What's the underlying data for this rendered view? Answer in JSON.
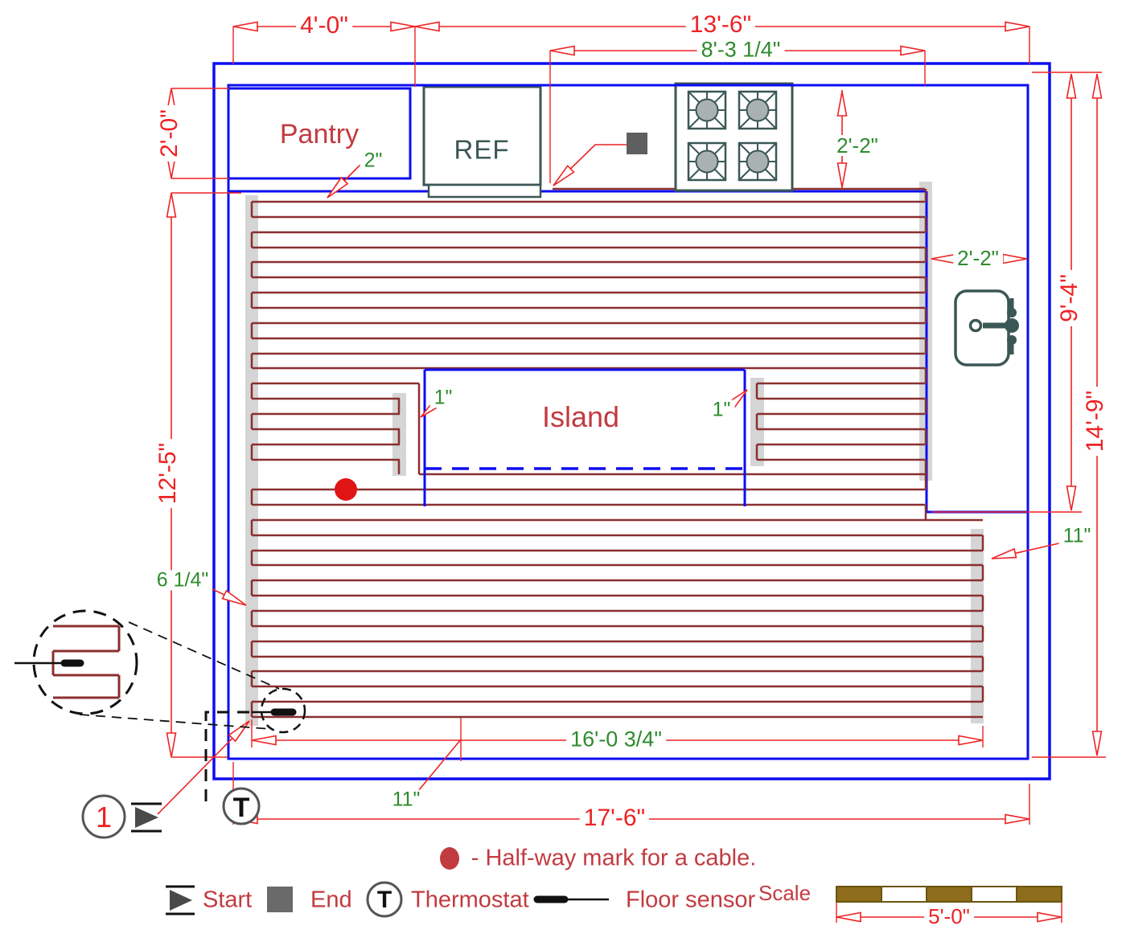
{
  "plan": {
    "pantry_label": "Pantry",
    "ref_label": "REF",
    "island_label": "Island"
  },
  "dimensions": {
    "pantry_width": "4'-0\"",
    "kitchen_width": "13'-6\"",
    "cable_top_span": "8'-3 1/4\"",
    "pantry_depth": "2'-0\"",
    "left_height": "12'-5\"",
    "stove_counter_depth": "2'-2\"",
    "right_counter_depth": "2'-2\"",
    "right_counter_height": "9'-4\"",
    "room_height": "14'-9\"",
    "cable_bottom_span": "16'-0 3/4\"",
    "room_width": "17'-6\"",
    "scale_bar": "5'-0\"",
    "cable_counter_gap": "2\"",
    "island_left_gap": "1\"",
    "island_right_gap": "1\"",
    "cable_wall_gap": "6 1/4\"",
    "right_loop_width": "11\"",
    "bottom_cable_gap": "11\""
  },
  "legend": {
    "halfway_note": "- Half-way mark for a cable.",
    "start": "Start",
    "end": "End",
    "thermostat": "Thermostat",
    "floor_sensor": "Floor sensor",
    "scale_title": "Scale"
  },
  "symbols": {
    "callout_number": "1",
    "thermostat_letter": "T"
  },
  "colors": {
    "wall_blue": "#0d0df2",
    "cable_maroon": "#8b2f2f",
    "dimension_red": "#ee2224",
    "annotation_green": "#2e8b2e",
    "label_red": "#c23b40",
    "fixture_teal": "#3b5755",
    "turn_strip_gray": "#d5d5d5",
    "end_marker_gray": "#5f5f5f",
    "scale_bar_brown": "#8d6d1c",
    "halfway_dot_red": "#e01414"
  }
}
